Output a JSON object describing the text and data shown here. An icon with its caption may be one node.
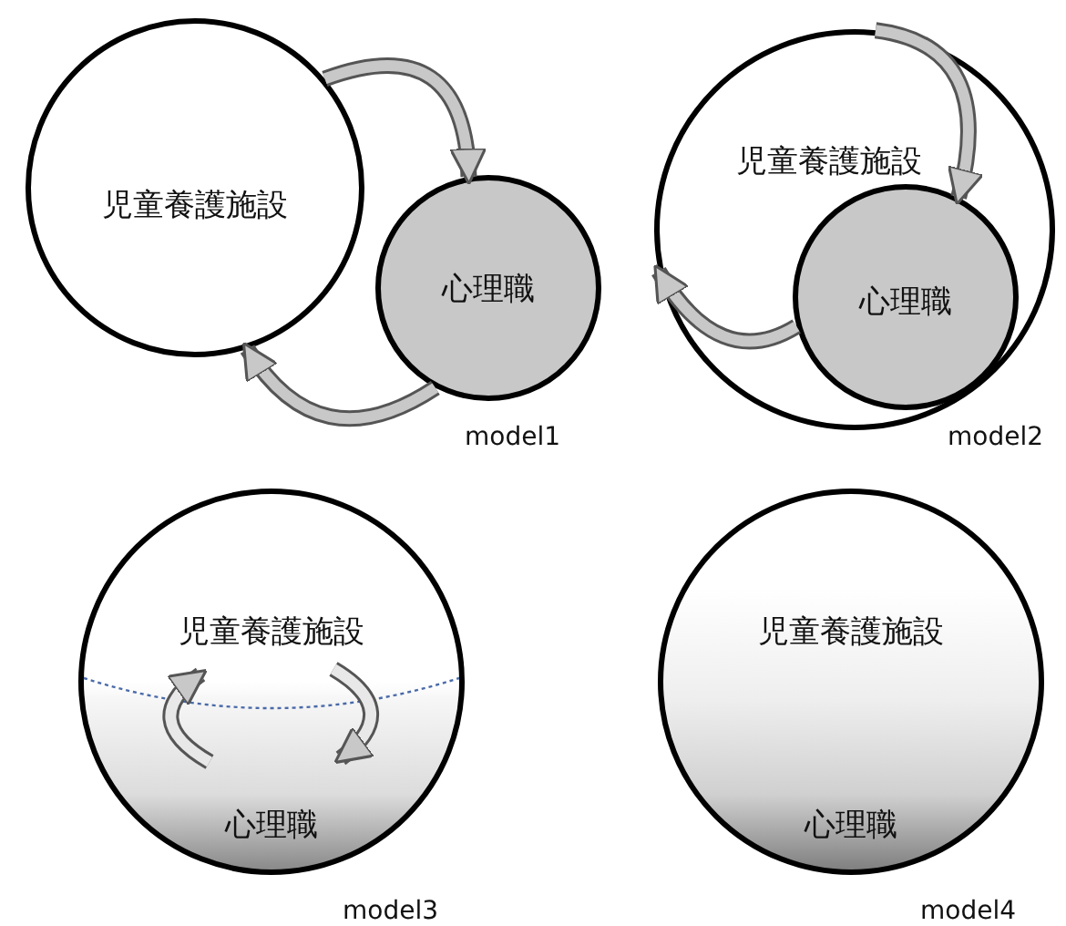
{
  "diagram": {
    "nodes": [
      {
        "text": [
          "児童養護施設"
        ]
      },
      {
        "text": [
          "心理職"
        ]
      },
      {
        "text": [
          "児童養護施設"
        ]
      },
      {
        "text": [
          "心理職"
        ],
        "in": 2
      },
      {
        "text": [
          "児童養護施設",
          "心理職"
        ]
      },
      {
        "text": [
          "児童養護施設",
          "心理職"
        ]
      }
    ],
    "edges": [
      {
        "from": 0,
        "to": 1,
        "arrow": "to"
      },
      {
        "from": 1,
        "to": 0,
        "arrow": "to"
      },
      {
        "from": 2,
        "to": 3,
        "arrow": "to"
      },
      {
        "from": 3,
        "to": 2,
        "arrow": "to"
      }
    ],
    "labels": [
      "model1",
      "model2",
      "model3",
      "model4"
    ]
  }
}
